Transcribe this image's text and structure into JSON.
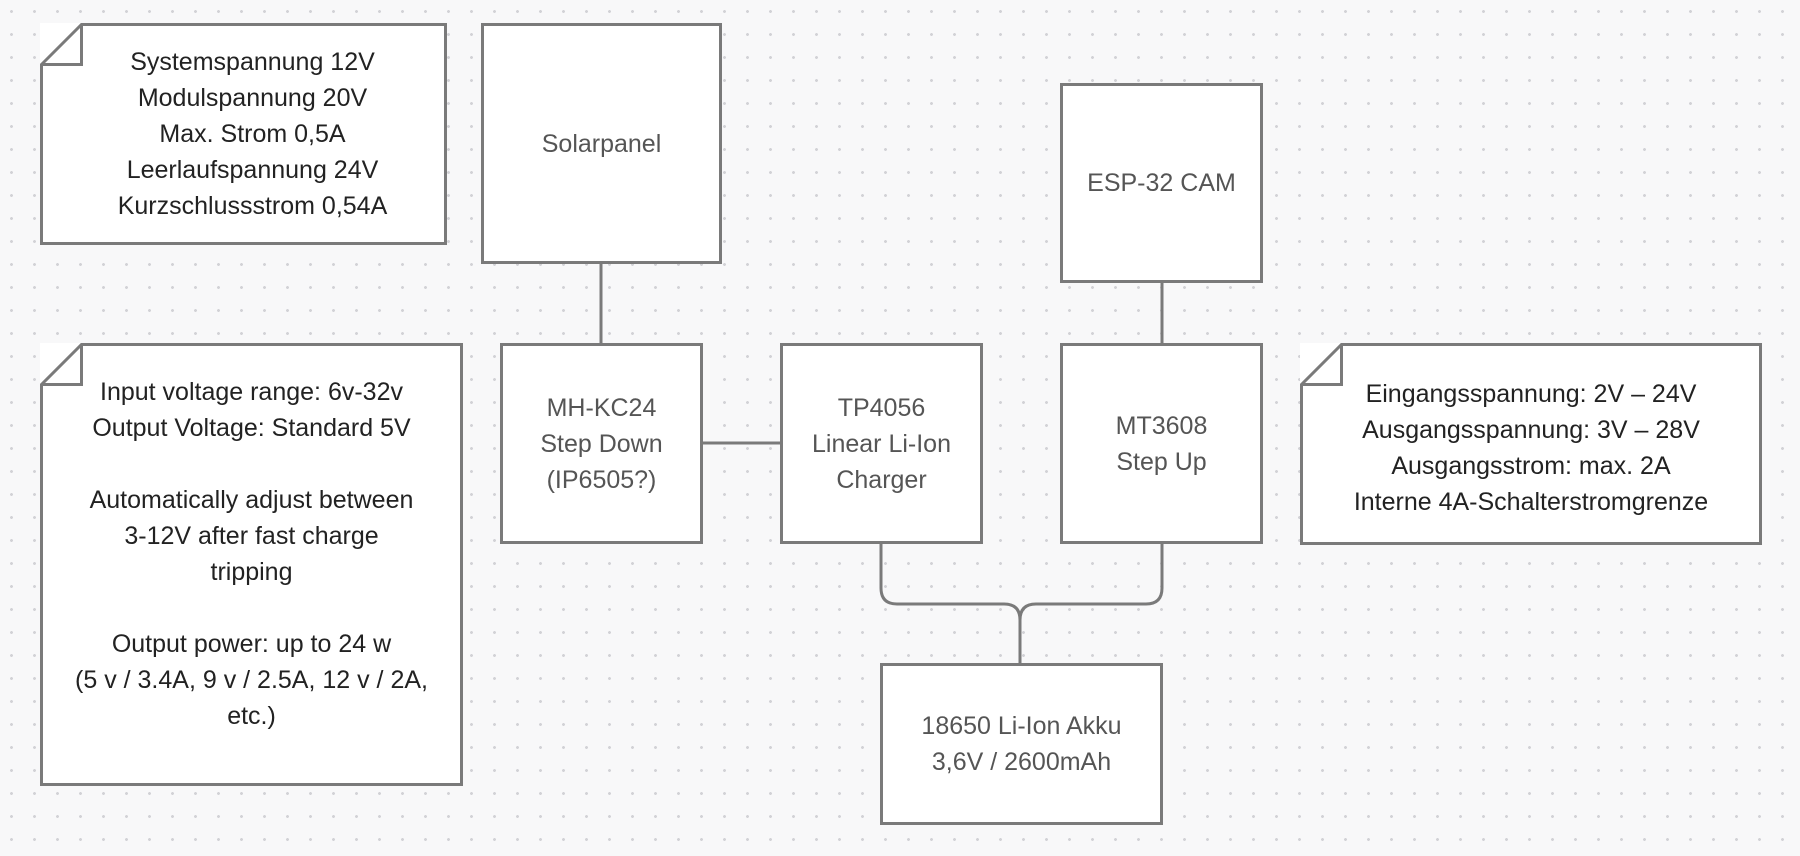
{
  "blocks": {
    "solarpanel": "Solarpanel",
    "esp32cam": "ESP-32 CAM",
    "stepdown": "MH-KC24\nStep Down\n(IP6505?)",
    "charger": "TP4056\nLinear Li-Ion\nCharger",
    "stepup": "MT3608\nStep Up",
    "battery": "18650 Li-Ion Akku\n3,6V / 2600mAh"
  },
  "notes": {
    "solar_specs": "Systemspannung 12V\nModulspannung 20V\nMax. Strom 0,5A\nLeerlaufspannung 24V\nKurzschlussstrom 0,54A",
    "stepdown_specs": "Input voltage range: 6v-32v\nOutput Voltage: Standard 5V\n\nAutomatically adjust between\n3-12V after fast charge\ntripping\n\nOutput power: up to 24 w\n(5 v / 3.4A, 9 v / 2.5A, 12 v / 2A,\netc.)",
    "stepup_specs": "Eingangsspannung: 2V – 24V\nAusgangsspannung: 3V – 28V\nAusgangsstrom: max. 2A\nInterne 4A-Schalterstromgrenze"
  },
  "colors": {
    "stroke": "#7a7a7a",
    "background": "#f8f8f9",
    "block_text": "#555555",
    "note_text": "#222222"
  }
}
